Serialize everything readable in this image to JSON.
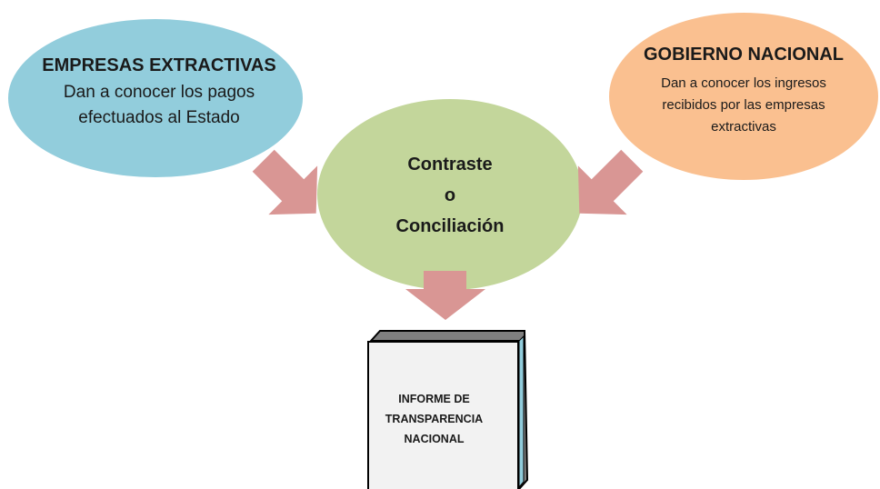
{
  "empresas": {
    "title": "EMPRESAS EXTRACTIVAS",
    "desc_line1": "Dan a conocer los pagos",
    "desc_line2": "efectuados al Estado",
    "fill": "#92CDDC"
  },
  "gobierno": {
    "title": "GOBIERNO NACIONAL",
    "desc_line1": "Dan a conocer los ingresos",
    "desc_line2": "recibidos por las empresas",
    "desc_line3": "extractivas",
    "fill": "#FAC090"
  },
  "contraste": {
    "line1": "Contraste",
    "line2": "o",
    "line3": "Conciliación",
    "fill": "#C3D69B"
  },
  "informe": {
    "line1": "INFORME DE",
    "line2": "TRANSPARENCIA",
    "line3": "NACIONAL",
    "cover_fill": "#F2F2F2",
    "spine_fill": "#7F7F7F",
    "edge_fill": "#92CDDC"
  },
  "arrows": {
    "fill": "#D99694"
  }
}
